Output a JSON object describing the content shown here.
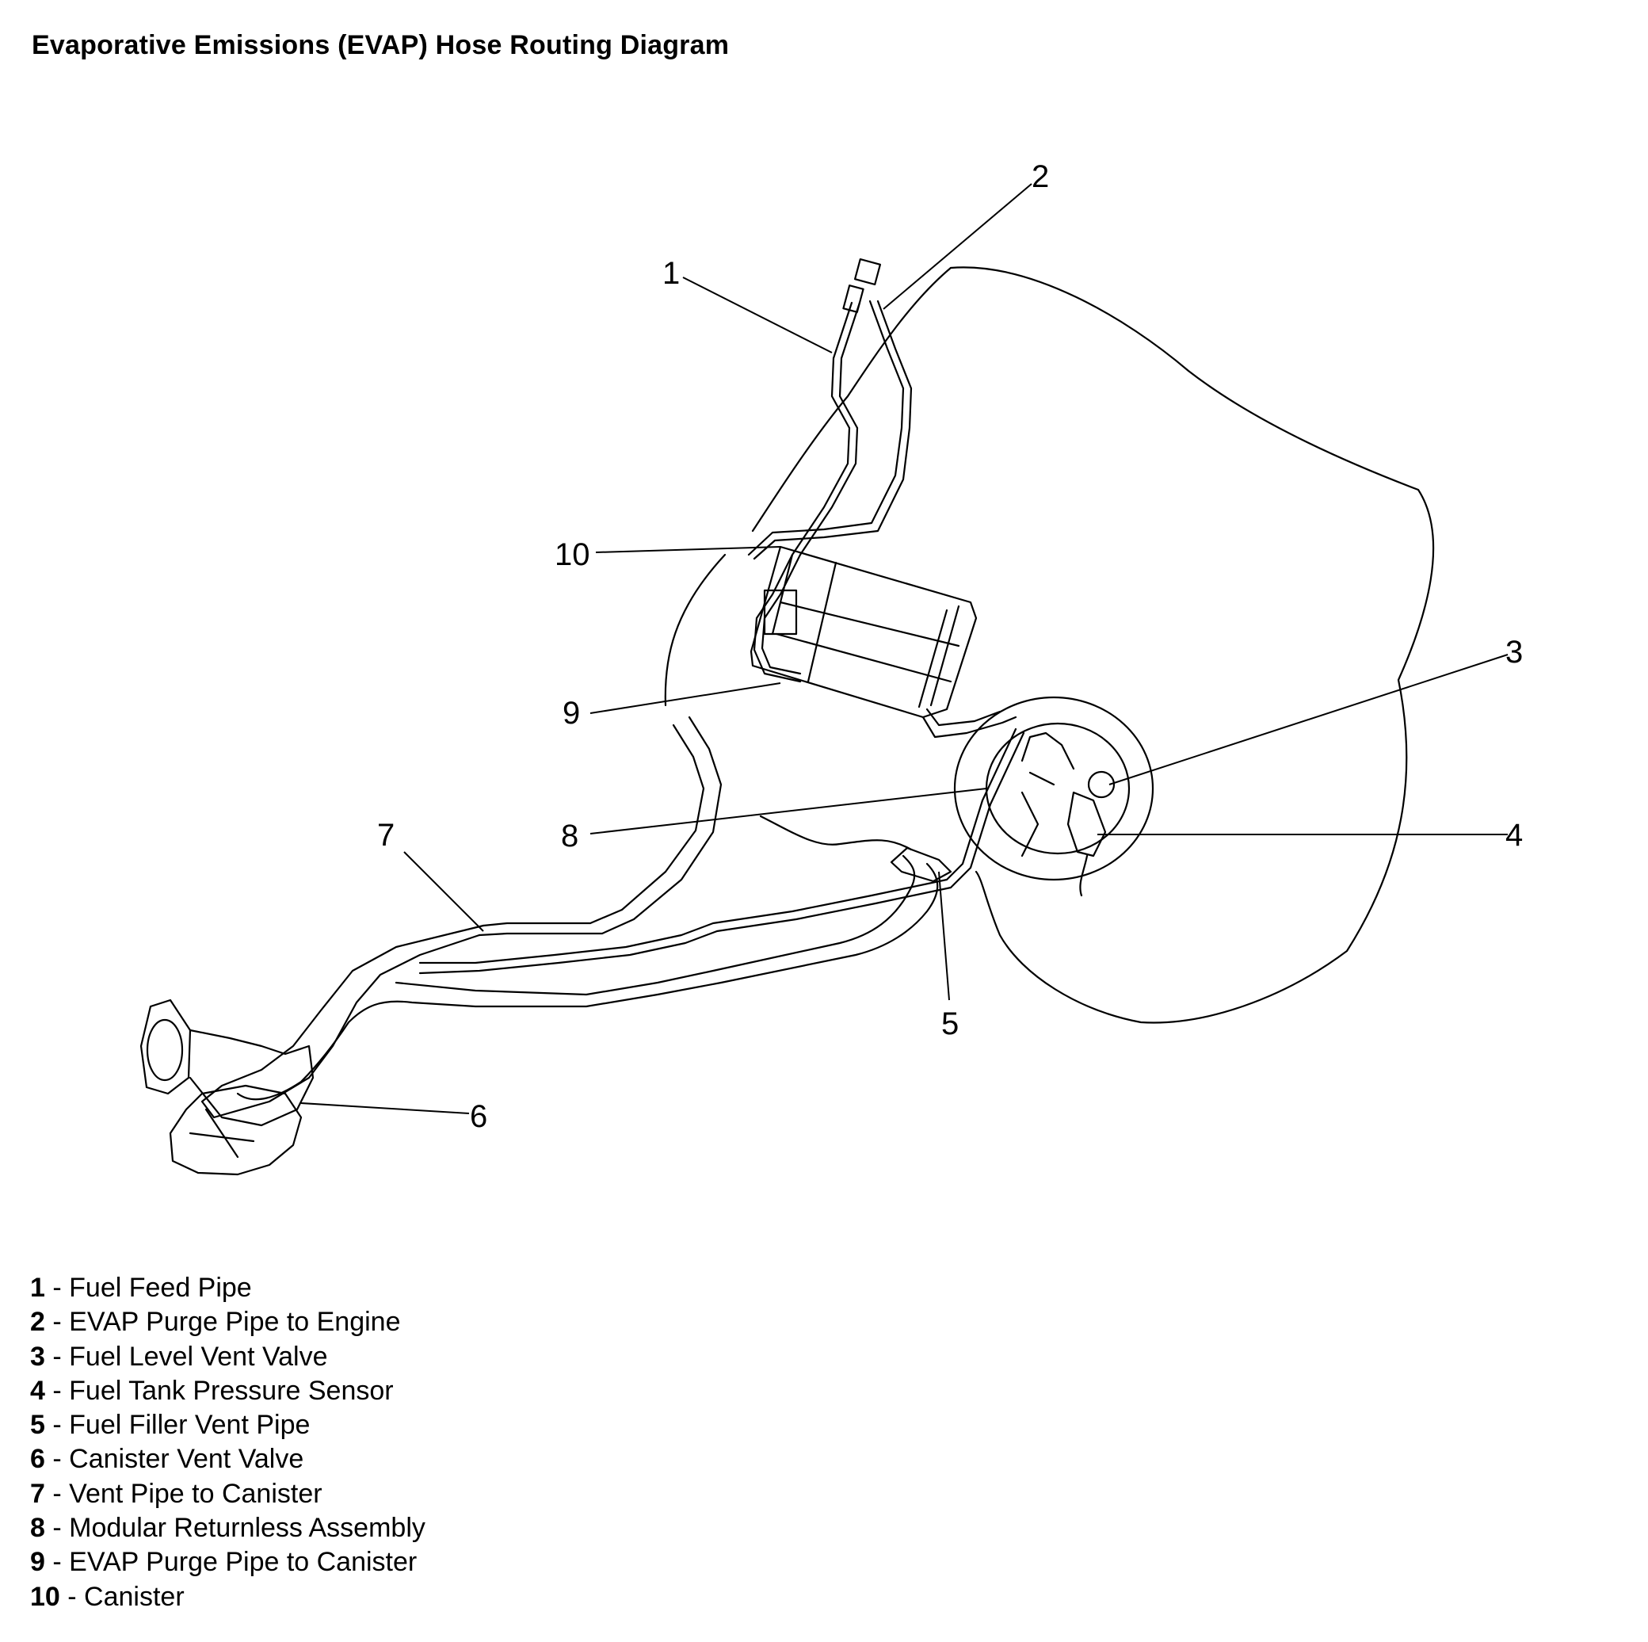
{
  "title": "Evaporative Emissions (EVAP) Hose Routing Diagram",
  "callouts": [
    "1",
    "2",
    "3",
    "4",
    "5",
    "6",
    "7",
    "8",
    "9",
    "10"
  ],
  "legend": [
    {
      "num": "1",
      "sep": " - ",
      "label": "Fuel Feed Pipe"
    },
    {
      "num": "2",
      "sep": " - ",
      "label": "EVAP Purge Pipe to Engine"
    },
    {
      "num": "3",
      "sep": " - ",
      "label": "Fuel Level Vent Valve"
    },
    {
      "num": "4",
      "sep": " - ",
      "label": "Fuel Tank Pressure Sensor"
    },
    {
      "num": "5",
      "sep": " - ",
      "label": "Fuel Filler Vent Pipe"
    },
    {
      "num": "6",
      "sep": " - ",
      "label": "Canister Vent Valve"
    },
    {
      "num": "7",
      "sep": " - ",
      "label": "Vent Pipe to Canister"
    },
    {
      "num": "8",
      "sep": " - ",
      "label": "Modular Returnless Assembly"
    },
    {
      "num": "9",
      "sep": " - ",
      "label": "EVAP Purge Pipe to Canister"
    },
    {
      "num": "10",
      "sep": " - ",
      "label": "Canister"
    }
  ]
}
